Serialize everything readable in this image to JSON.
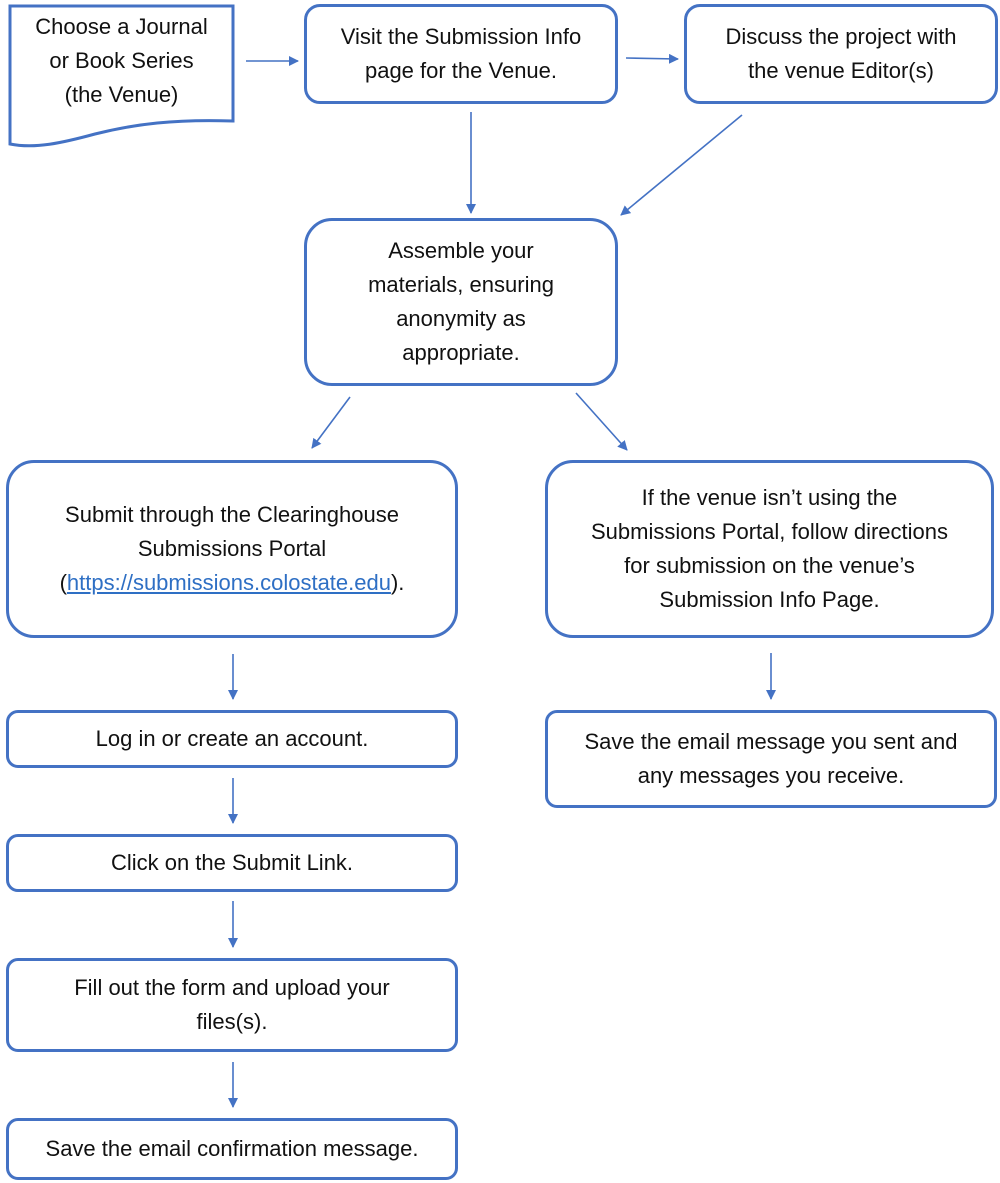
{
  "nodes": {
    "choose_venue": {
      "lines": [
        "Choose a Journal",
        "or Book Series",
        "(the Venue)"
      ]
    },
    "visit_submission_info": {
      "lines": [
        "Visit the Submission Info",
        "page for the Venue."
      ]
    },
    "discuss_project": {
      "lines": [
        "Discuss the project with",
        "the venue Editor(s)"
      ]
    },
    "assemble_materials": {
      "lines": [
        "Assemble your",
        "materials, ensuring",
        "anonymity as",
        "appropriate."
      ]
    },
    "submit_portal": {
      "line1": "Submit through the Clearinghouse",
      "line2": "Submissions Portal",
      "paren_open": "(",
      "url": "https://submissions.colostate.edu",
      "paren_close": ")."
    },
    "not_using_portal": {
      "lines": [
        "If the venue isn’t using the",
        "Submissions Portal, follow directions",
        "for submission on the venue’s",
        "Submission Info Page."
      ]
    },
    "log_in": {
      "text": "Log in or create an account."
    },
    "click_submit": {
      "text": "Click on the Submit Link."
    },
    "fill_form": {
      "lines": [
        "Fill out the form and upload your",
        "files(s)."
      ]
    },
    "save_confirmation": {
      "text": "Save the email confirmation message."
    },
    "save_email_sent": {
      "lines": [
        "Save the email message you sent and",
        "any messages you receive."
      ]
    }
  },
  "colors": {
    "stroke": "#4472c4",
    "link": "#2e6fc4"
  }
}
